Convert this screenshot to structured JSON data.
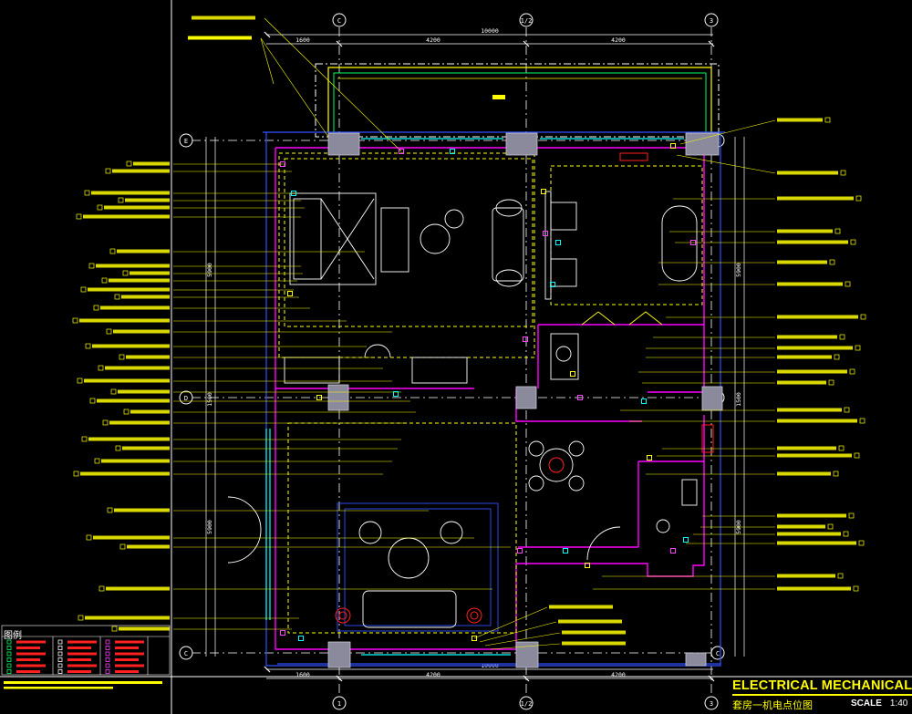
{
  "title_block": {
    "title": "ELECTRICAL MECHANICAL PLAN",
    "subtitle": "套房一机电点位图",
    "scale_label": "SCALE",
    "scale_value": "1:40"
  },
  "legend": {
    "title": "图例"
  },
  "grid_axes": {
    "top": [
      "C",
      "1/2",
      "3"
    ],
    "bottom": [
      "1",
      "1/2",
      "3"
    ],
    "left": [
      "E",
      "D",
      "C"
    ],
    "right": [
      "E",
      "D",
      "C"
    ]
  },
  "dimensions": {
    "top_total": "10000",
    "top_segments": [
      "1600",
      "4200",
      "4200"
    ],
    "bottom_total": "10000",
    "bottom_segments": [
      "1600",
      "4200",
      "4200"
    ],
    "left": [
      "5900",
      "1500",
      "5900"
    ],
    "right": [
      "5900",
      "1500",
      "5900"
    ]
  },
  "colors": {
    "background": "#000000",
    "walls": "#ff00ff",
    "ceiling": "#ffff00",
    "grid": "#ffffff",
    "furniture": "#ffffff",
    "leaders": "#ffff00",
    "outline": "#3050ff",
    "columns": "#9090a0"
  }
}
